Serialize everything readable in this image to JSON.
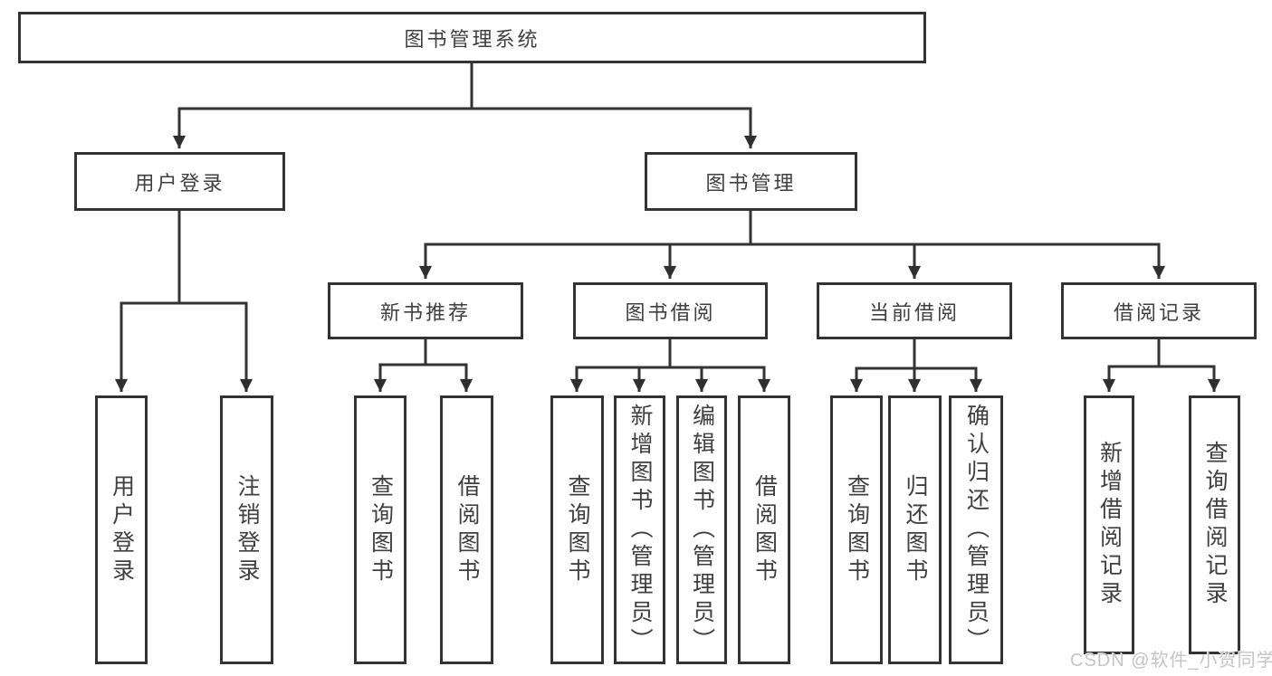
{
  "diagram_type": "hierarchy-tree",
  "watermark": "CSDN @软件_小贺同学",
  "style": {
    "line_color": "#333333",
    "text_color": "#3f3f3f",
    "watermark_color": "#c5c5c5",
    "background": "#ffffff"
  },
  "tree": {
    "label": "图书管理系统",
    "children": [
      {
        "label": "用户登录",
        "children": [
          {
            "label": "用户登录"
          },
          {
            "label": "注销登录"
          }
        ]
      },
      {
        "label": "图书管理",
        "children": [
          {
            "label": "新书推荐",
            "children": [
              {
                "label": "查询图书"
              },
              {
                "label": "借阅图书"
              }
            ]
          },
          {
            "label": "图书借阅",
            "children": [
              {
                "label": "查询图书"
              },
              {
                "label": "新增图书（管理员）"
              },
              {
                "label": "编辑图书（管理员）"
              },
              {
                "label": "借阅图书"
              }
            ]
          },
          {
            "label": "当前借阅",
            "children": [
              {
                "label": "查询图书"
              },
              {
                "label": "归还图书"
              },
              {
                "label": "确认归还（管理员）"
              }
            ]
          },
          {
            "label": "借阅记录",
            "children": [
              {
                "label": "新增借阅记录"
              },
              {
                "label": "查询借阅记录"
              }
            ]
          }
        ]
      }
    ]
  }
}
